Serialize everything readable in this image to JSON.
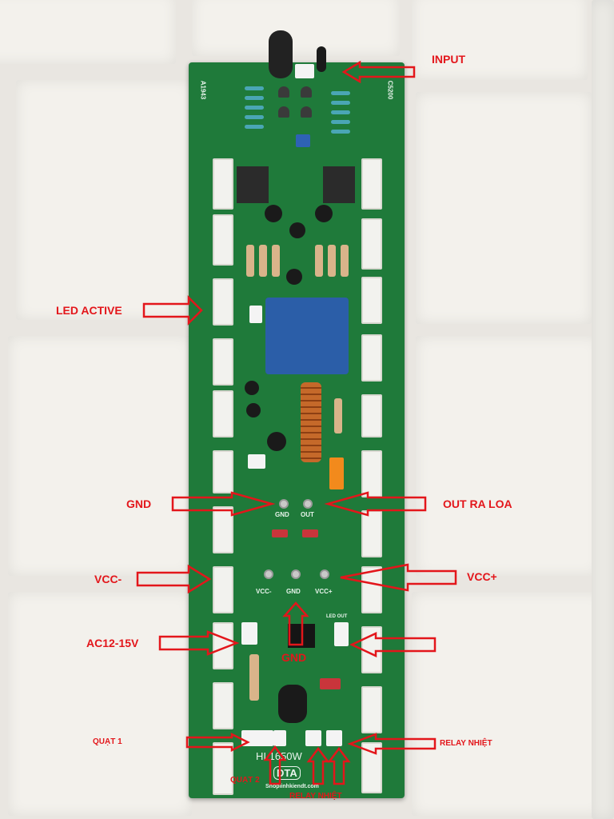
{
  "labels": {
    "input": "INPUT",
    "led_active": "LED ACTIVE",
    "gnd_left": "GND",
    "out_ra_loa": "OUT RA LOA",
    "vcc_minus": "VCC-",
    "vcc_plus": "VCC+",
    "ac12_15v": "AC12-15V",
    "gnd_bottom": "GND",
    "quat1": "QUẠT 1",
    "quat2": "QUẠT 2",
    "relay_nhiet_right": "RELAY NHIỆT",
    "relay_nhiet_bottom": "RELAY NHIỆT"
  },
  "board_silk": {
    "gnd": "GND",
    "out": "OUT",
    "vcc_minus": "VCC-",
    "gnd_mid": "GND",
    "vcc_plus": "VCC+",
    "led_out": "LED OUT",
    "model": "HI 1650W",
    "brand": "DTA",
    "website": "Shoplinhkiendt.com",
    "a1943": "A1943",
    "c5200": "C5200"
  },
  "colors": {
    "annotation": "#e3161b",
    "pcb": "#1f7a3a",
    "relay": "#2b5ea8"
  }
}
